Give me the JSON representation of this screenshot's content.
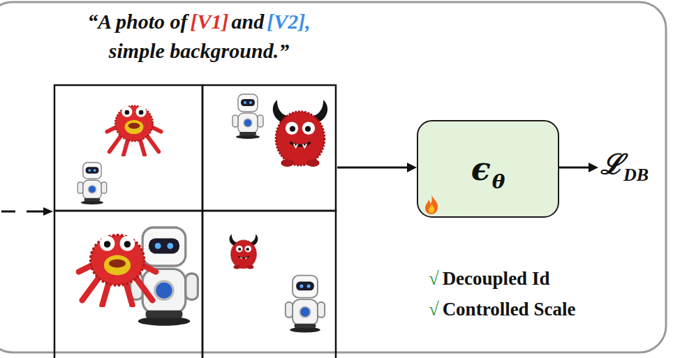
{
  "diagram": {
    "nodes": [
      {
        "text": [
          "ϵ",
          "θ"
        ]
      }
    ],
    "labels": [
      "“A photo of",
      "[V1]",
      "and",
      "[V2],",
      "simple background.”",
      "ℒ",
      "DB",
      "√",
      "Decoupled Id",
      "√",
      "Controlled Scale"
    ]
  }
}
